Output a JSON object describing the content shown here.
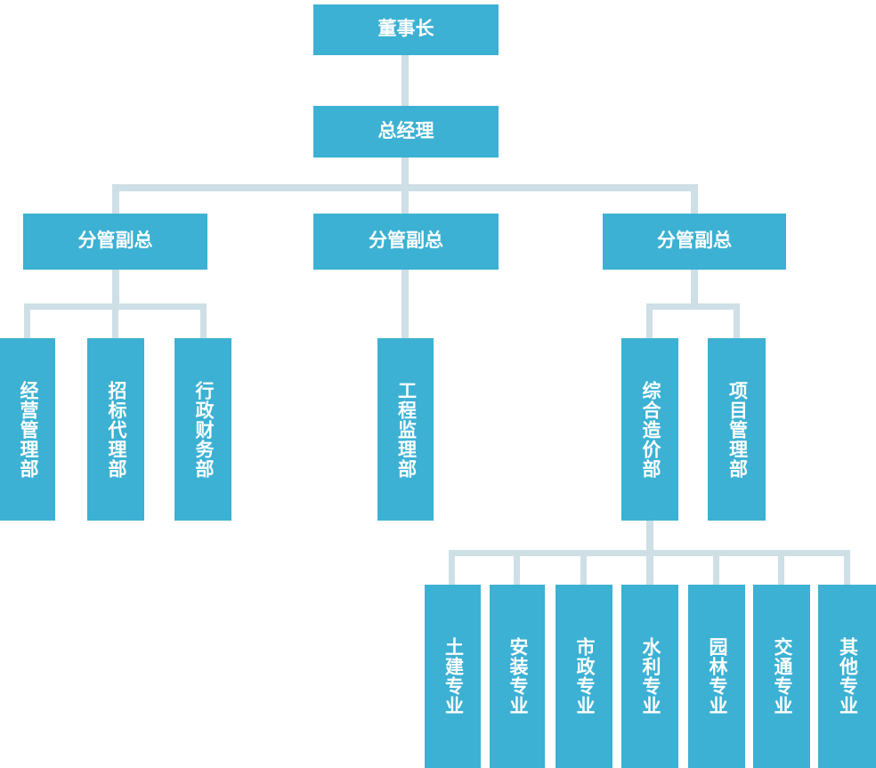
{
  "page": {
    "kind": "organization-chart",
    "colors": {
      "node_fill": "#3CB1D3",
      "node_text": "#FFFFFF",
      "connector": "#CEDFE6",
      "background": "#FFFFFF"
    }
  },
  "org": {
    "label": "董事长",
    "children": [
      {
        "label": "总经理",
        "children": [
          {
            "label": "分管副总",
            "children": [
              {
                "label": "经营管理部"
              },
              {
                "label": "招标代理部"
              },
              {
                "label": "行政财务部"
              }
            ]
          },
          {
            "label": "分管副总",
            "children": [
              {
                "label": "工程监理部"
              }
            ]
          },
          {
            "label": "分管副总",
            "children": [
              {
                "label": "综合造价部",
                "children": [
                  {
                    "label": "土建专业"
                  },
                  {
                    "label": "安装专业"
                  },
                  {
                    "label": "市政专业"
                  },
                  {
                    "label": "水利专业"
                  },
                  {
                    "label": "园林专业"
                  },
                  {
                    "label": "交通专业"
                  },
                  {
                    "label": "其他专业"
                  }
                ]
              },
              {
                "label": "项目管理部"
              }
            ]
          }
        ]
      }
    ]
  }
}
